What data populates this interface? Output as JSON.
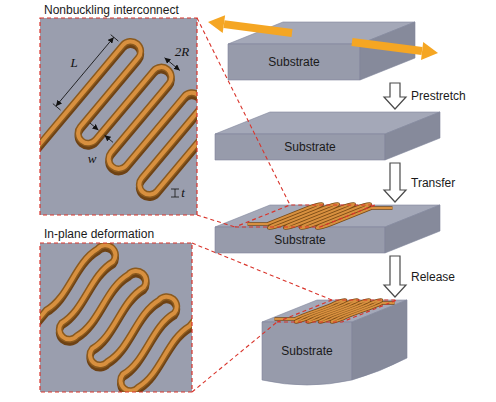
{
  "diagram": {
    "nodes": [
      {
        "text": [
          "Nonbuckling interconnect"
        ]
      },
      {
        "text": [
          "Substrate"
        ]
      },
      {
        "text": [
          "Substrate"
        ]
      },
      {
        "text": [
          "Substrate"
        ]
      },
      {
        "text": [
          "In-plane deformation"
        ]
      },
      {
        "text": [
          "Substrate"
        ]
      }
    ],
    "edges": [
      {
        "from": 1,
        "to": 2,
        "arrow": "to",
        "label": "Prestretch"
      },
      {
        "from": 2,
        "to": 3,
        "arrow": "to",
        "label": "Transfer"
      },
      {
        "from": 3,
        "to": 5,
        "arrow": "to",
        "label": "Release"
      }
    ],
    "labels": [
      "L",
      "2R",
      "w",
      "t"
    ]
  }
}
